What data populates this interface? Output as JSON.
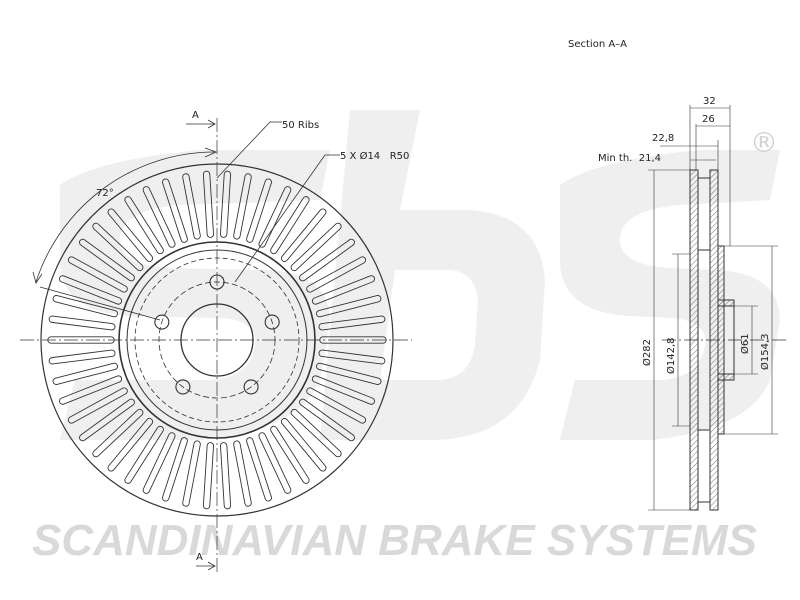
{
  "watermark": {
    "logo_text": "sbs",
    "registered_mark": "®",
    "company_name": "SCANDINAVIAN BRAKE SYSTEMS"
  },
  "front_view": {
    "section_marker_top": "A",
    "section_marker_bottom": "A",
    "ribs_label": "50 Ribs",
    "bolt_label": "5 X Ø14   R50",
    "angle_label": "72°",
    "rib_count": 50,
    "bolt_count": 5
  },
  "section_view": {
    "title": "Section A–A",
    "dims": {
      "overall_width": "32",
      "hat_height": "26",
      "thickness": "22,8",
      "min_thickness": "Min th.  21,4",
      "outer_diameter": "Ø282",
      "hat_diameter": "Ø142,8",
      "center_bore": "Ø61",
      "hat_outer_diameter": "Ø154,3"
    }
  }
}
